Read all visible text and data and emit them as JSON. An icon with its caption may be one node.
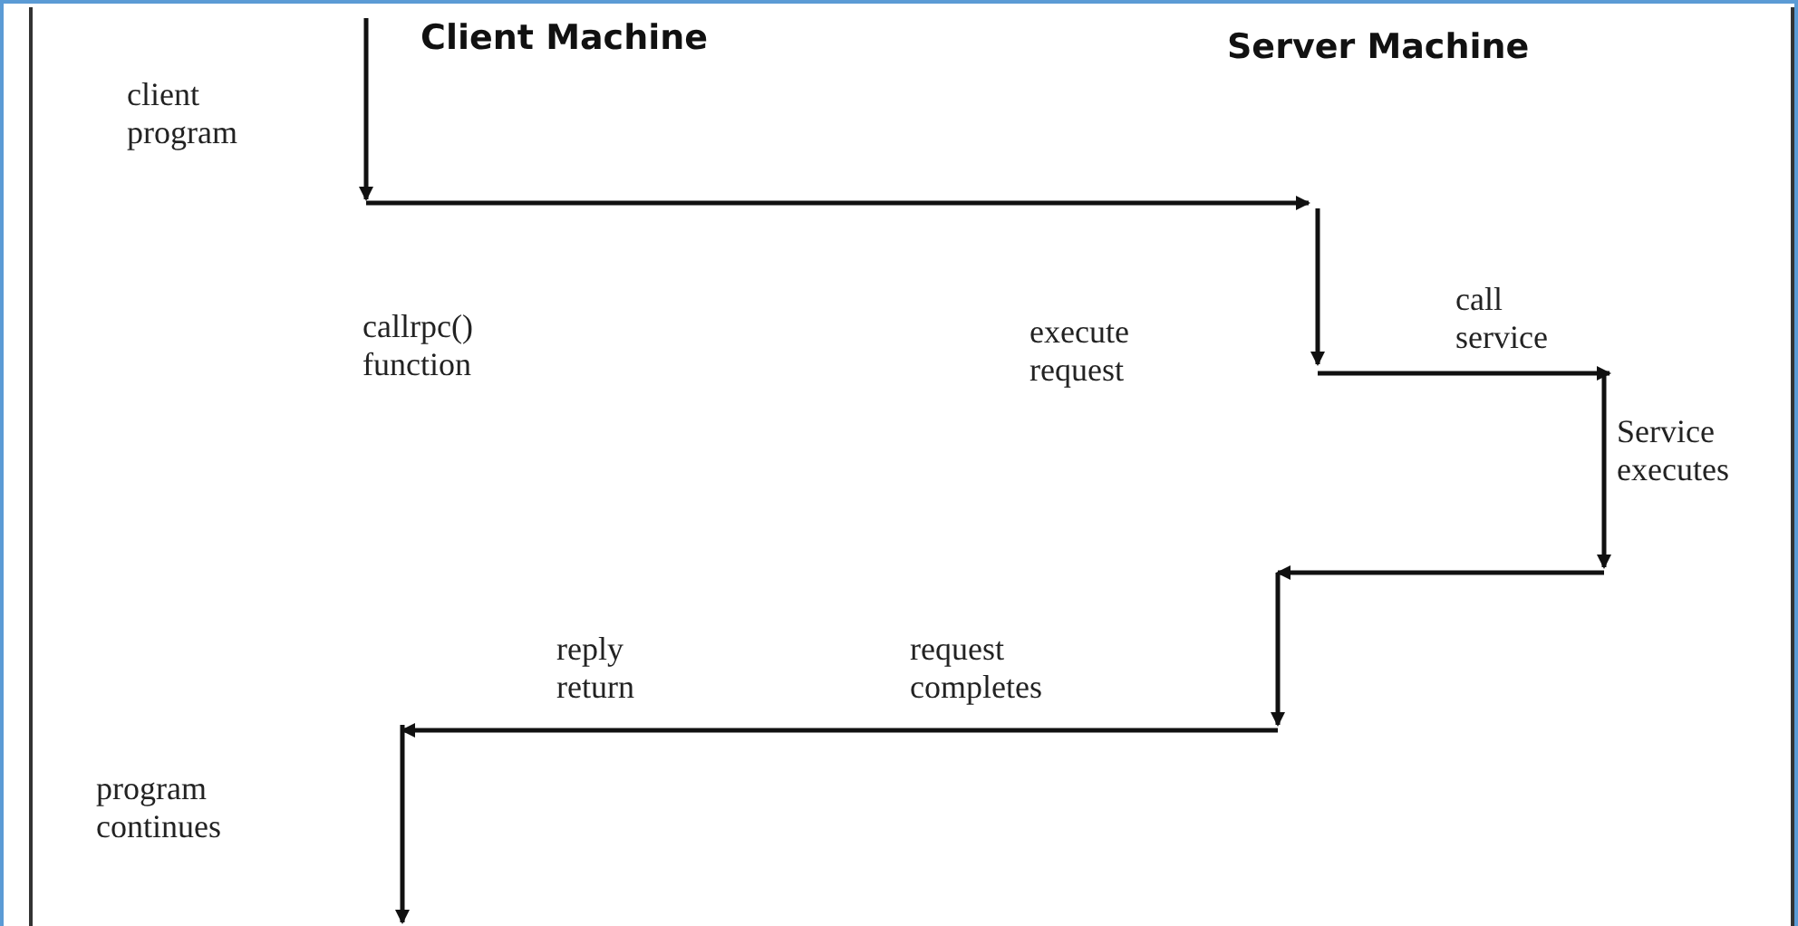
{
  "diagram": {
    "labels": [
      "Client Machine",
      "Server Machine",
      "client program",
      "callrpc() function",
      "execute request",
      "call service",
      "Service executes",
      "reply return",
      "request completes",
      "program continues"
    ]
  }
}
